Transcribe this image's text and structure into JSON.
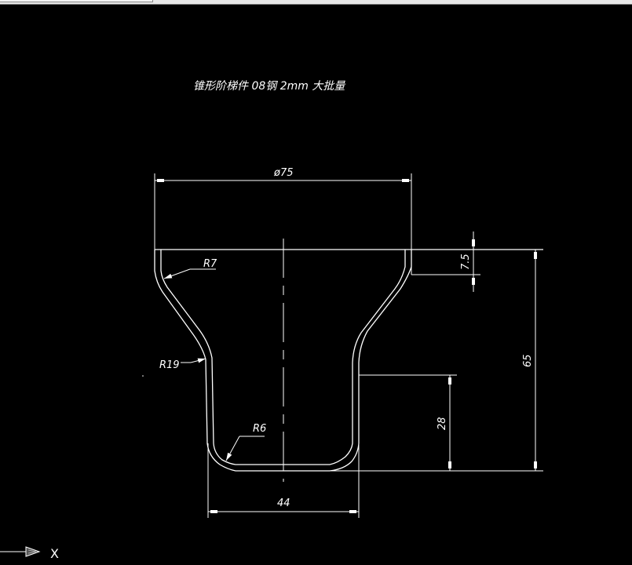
{
  "window": {
    "app": "CAD drawing viewport"
  },
  "drawing": {
    "title": "锥形阶梯件 08钢 2mm 大批量",
    "dimensions": {
      "top_diameter": "ø75",
      "top_height": "7.5",
      "total_height": "65",
      "lower_height": "28",
      "bottom_width": "44"
    },
    "radii": {
      "r_top": "R7",
      "r_mid": "R19",
      "r_bottom": "R6"
    }
  },
  "ucs": {
    "x_label": "X"
  },
  "colors": {
    "background": "#000000",
    "lines": "#ffffff",
    "toolbar": "#e8e8e8"
  }
}
